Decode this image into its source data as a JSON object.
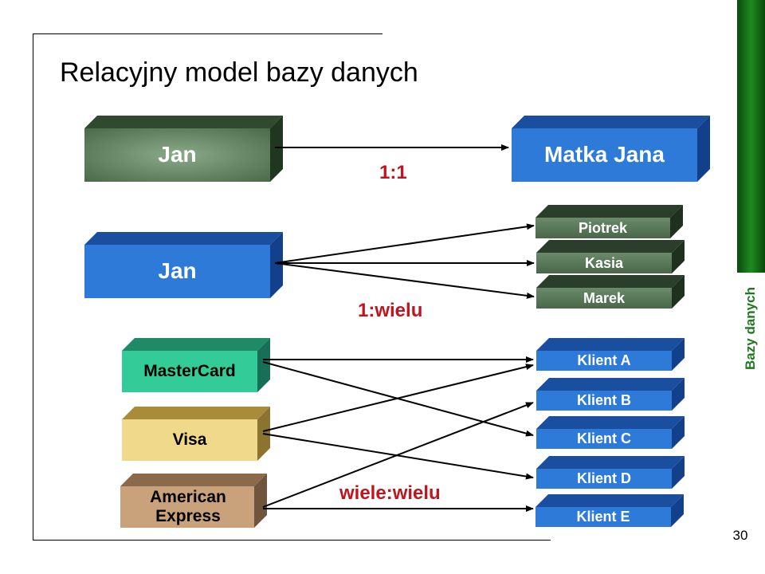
{
  "slide": {
    "title": "Relacyjny model bazy danych",
    "side_label": "Bazy danych",
    "page_number": "30"
  },
  "one_to_one": {
    "label": "1:1",
    "source": "Jan",
    "target": "Matka Jana"
  },
  "one_to_many": {
    "label": "1:wielu",
    "source": "Jan",
    "targets": [
      "Piotrek",
      "Kasia",
      "Marek"
    ]
  },
  "many_to_many": {
    "label": "wiele:wielu",
    "sources": [
      "MasterCard",
      "Visa",
      "American Express"
    ],
    "targets": [
      "Klient A",
      "Klient B",
      "Klient C",
      "Klient D",
      "Klient E"
    ]
  },
  "colors": {
    "dark_green": "#4f6e4f",
    "blue": "#2e7ad9",
    "teal": "#33cc99",
    "gold": "#f0d98a",
    "tan": "#c9a27c",
    "relation_label": "#c0141e",
    "side_bar": "#1f8a1f"
  }
}
